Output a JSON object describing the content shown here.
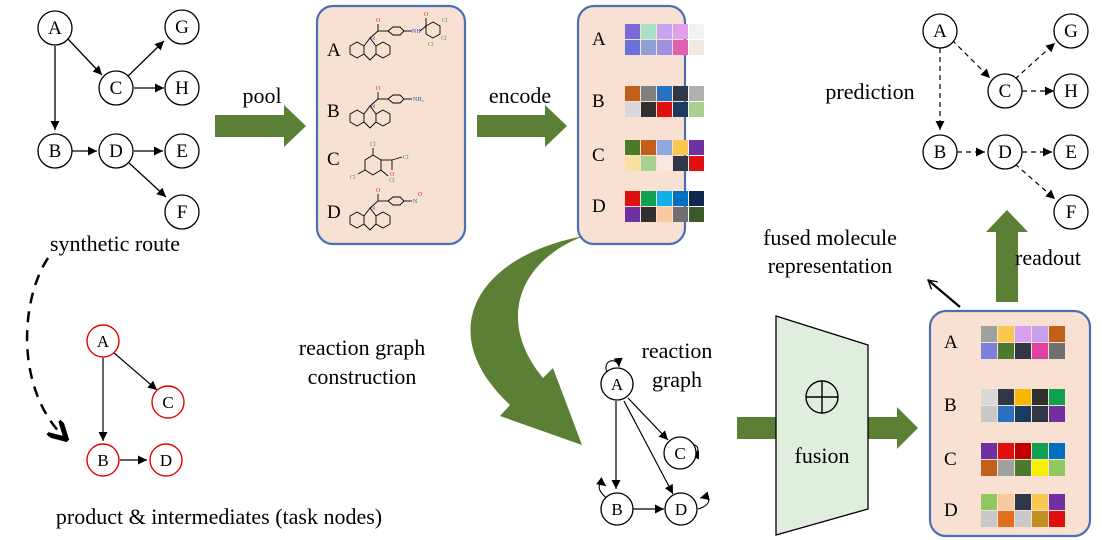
{
  "colors": {
    "panel_fill": "#f8e1d3",
    "panel_border": "#4a6fb5",
    "arrow_green": "#5a7f35",
    "task_node_red": "#e00000",
    "fusion_fill": "#dfeedd",
    "chem_green": "#3aa03a",
    "chem_red": "#e02020",
    "chem_blue": "#2a4ad0"
  },
  "labels": {
    "synthetic_route": "synthetic route",
    "pool": "pool",
    "encode": "encode",
    "prediction": "prediction",
    "fused_line1": "fused molecule",
    "fused_line2": "representation",
    "readout": "readout",
    "reaction_graph_construction_line1": "reaction graph",
    "reaction_graph_construction_line2": "construction",
    "reaction_graph_line1": "reaction",
    "reaction_graph_line2": "graph",
    "fusion": "fusion",
    "fusion_symbol": "⊕",
    "task_nodes": "product & intermediates (task nodes)"
  },
  "nodes": {
    "A": "A",
    "B": "B",
    "C": "C",
    "D": "D",
    "E": "E",
    "F": "F",
    "G": "G",
    "H": "H"
  },
  "molecule_pool": {
    "A": "A",
    "B": "B",
    "C": "C",
    "D": "D",
    "atoms": {
      "N": "N",
      "NH": "NH",
      "NH2": "NH₂",
      "Cl": "Cl",
      "O": "O"
    }
  },
  "encoded": {
    "rows": [
      {
        "label": "A",
        "colors": [
          "#7b68d8",
          "#a8e0c8",
          "#c7a4f0",
          "#e0a0e8",
          "#f2f2f2",
          "#6a70d8",
          "#8fa0d8",
          "#a090e0",
          "#e060b0",
          "#f2e8e0"
        ]
      },
      {
        "label": "B",
        "colors": [
          "#c0601a",
          "#808080",
          "#2a70c0",
          "#303848",
          "#b0b0b0",
          "#d8d8d8",
          "#303030",
          "#e01010",
          "#1a3a60",
          "#a8d090"
        ]
      },
      {
        "label": "C",
        "colors": [
          "#4a7a2a",
          "#c0601a",
          "#90a8e0",
          "#f8c850",
          "#7030a0",
          "#f8e0a0",
          "#a8d090",
          "#f8e8e0",
          "#303848",
          "#e01010"
        ]
      },
      {
        "label": "D",
        "colors": [
          "#e01010",
          "#10a050",
          "#10b0e8",
          "#0070c0",
          "#102850",
          "#7030a0",
          "#303030",
          "#f8c8a0",
          "#707070",
          "#3a5a2a"
        ]
      }
    ]
  },
  "fused": {
    "rows": [
      {
        "label": "A",
        "colors": [
          "#a0a0a0",
          "#f8c850",
          "#d8a0f0",
          "#c8a0f0",
          "#c0601a",
          "#7b80d8",
          "#4a7a2a",
          "#303848",
          "#e040a0",
          "#707070"
        ]
      },
      {
        "label": "B",
        "colors": [
          "#d8d8d8",
          "#303848",
          "#f8b800",
          "#303030",
          "#10a050",
          "#c8c8c8",
          "#2a70c0",
          "#1a3a60",
          "#303848",
          "#7030a0"
        ]
      },
      {
        "label": "C",
        "colors": [
          "#7030a0",
          "#e01010",
          "#c00000",
          "#10a050",
          "#0070c0",
          "#c0601a",
          "#a0a0a0",
          "#4a7a2a",
          "#f8f000",
          "#90c860"
        ]
      },
      {
        "label": "D",
        "colors": [
          "#90c860",
          "#f8c8a0",
          "#303848",
          "#f8c850",
          "#7030a0",
          "#c8c8c8",
          "#e07020",
          "#c8c8c8",
          "#c09020",
          "#e01010"
        ]
      }
    ]
  }
}
